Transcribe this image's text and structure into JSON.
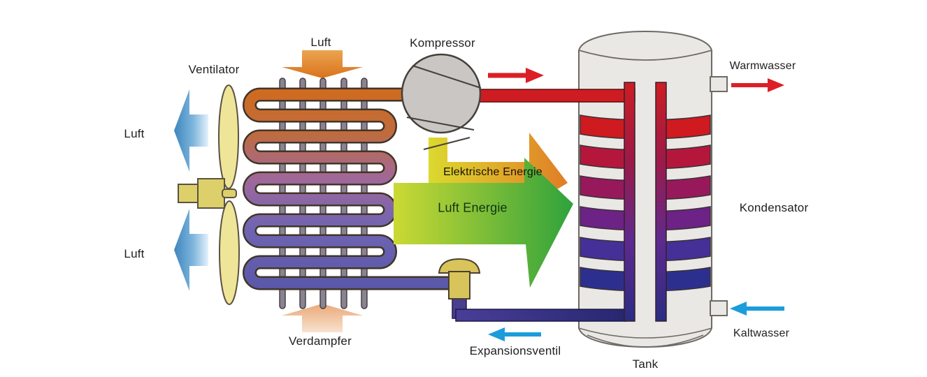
{
  "diagram": {
    "labels": {
      "ventilator": "Ventilator",
      "luft_top": "Luft",
      "luft_left_upper": "Luft",
      "luft_left_lower": "Luft",
      "kompressor": "Kompressor",
      "elektrische_energie": "Elektrische Energie",
      "luft_energie": "Luft Energie",
      "verdampfer": "Verdampfer",
      "expansionsventil": "Expansionsventil",
      "tank": "Tank",
      "kondensator": "Kondensator",
      "warmwasser": "Warmwasser",
      "kaltwasser": "Kaltwasser"
    },
    "colors": {
      "hot_flow": "#ce1c22",
      "cold_flow": "#1b9ddb",
      "air_flow_blue": "#3e86be",
      "electric_energy_start": "#dcd92e",
      "electric_energy_end": "#e07d26",
      "air_energy_start": "#ccd934",
      "air_energy_end": "#2fa23c",
      "coil_hot": "#d06b1e",
      "coil_cold": "#5a57a9",
      "tank_body": "#eae8e5",
      "compressor_body": "#c9c6c3",
      "valve_body": "#d8c45a",
      "fan_blade": "#efe598"
    }
  }
}
